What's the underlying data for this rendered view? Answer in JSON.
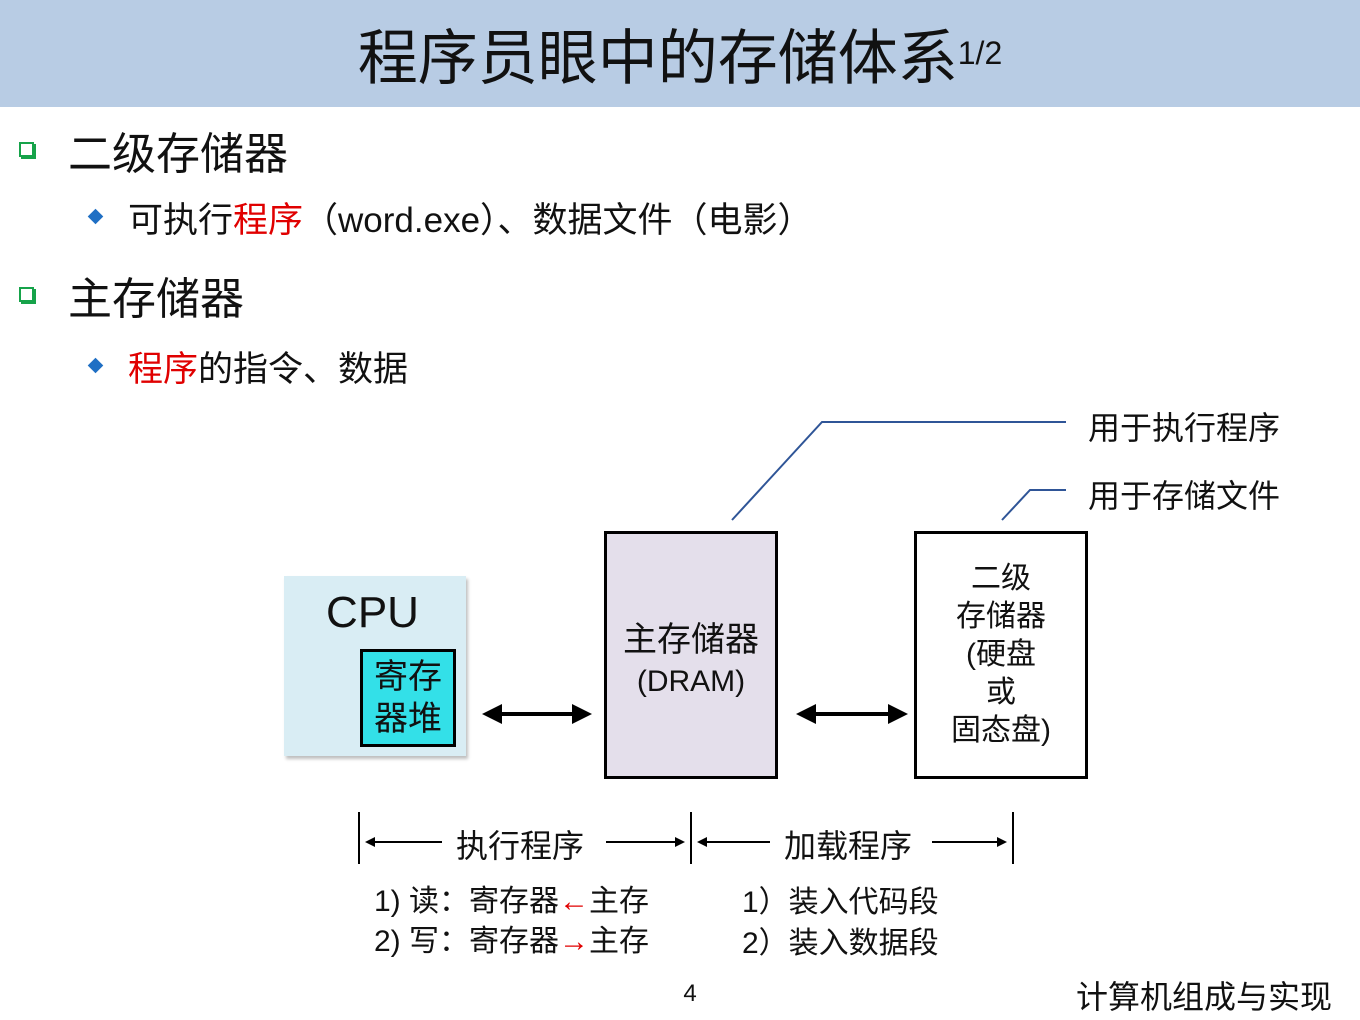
{
  "title": {
    "main": "程序员眼中的存储体系",
    "sup": "1/2"
  },
  "bullets": {
    "secondary": {
      "heading": "二级存储器",
      "item_pre": "可执行",
      "item_red": "程序",
      "item_post": "（word.exe）、数据文件（电影）"
    },
    "main_memory": {
      "heading": "主存储器",
      "item_red": "程序",
      "item_post": "的指令、数据"
    }
  },
  "diagram": {
    "callout_exec": "用于执行程序",
    "callout_store": "用于存储文件",
    "cpu": {
      "label": "CPU",
      "regfile_line1": "寄存",
      "regfile_line2": "器堆"
    },
    "dram": {
      "line1": "主存储器",
      "line2": "(DRAM)"
    },
    "disk": {
      "line1": "二级",
      "line2": "存储器",
      "line3": "(硬盘",
      "line4": "或",
      "line5": "固态盘)"
    },
    "bracket_exec": "执行程序",
    "bracket_load": "加载程序",
    "exec_steps": {
      "read": {
        "prefix": "1) 读：寄存器",
        "arrow": "←",
        "suffix": "主存"
      },
      "write": {
        "prefix": "2) 写：寄存器",
        "arrow": "→",
        "suffix": "主存"
      }
    },
    "load_steps": [
      "1）装入代码段",
      "2）装入数据段"
    ]
  },
  "page_number": "4",
  "footer": "计算机组成与实现",
  "colors": {
    "title_bar": "#b8cce4",
    "cpu_box": "#d9edf4",
    "register_file": "#33e0e8",
    "dram_box": "#e4dfeb",
    "highlight_red": "#e00000",
    "bullet_square": "#16a34a",
    "bullet_diamond": "#1f6fc4",
    "callout_line": "#2f5597"
  }
}
